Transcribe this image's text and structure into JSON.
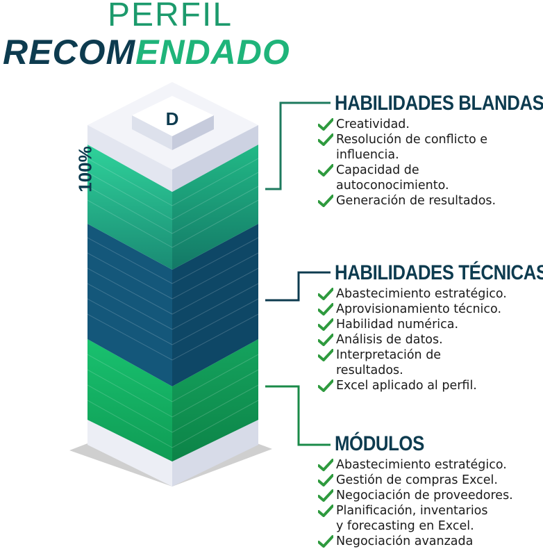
{
  "header": {
    "title_line1": "PERFIL",
    "title_line2_a": "RECOM",
    "title_line2_b": "ENDADO"
  },
  "tower": {
    "percent_label": "100%",
    "top_badge": "D"
  },
  "sections": [
    {
      "heading": "HABILIDADES BLANDAS",
      "items": [
        "Creatividad.",
        "Resolución de conflicto e\ninfluencia.",
        "Capacidad de\nautoconocimiento.",
        "Generación de resultados."
      ]
    },
    {
      "heading": "HABILIDADES TÉCNICAS",
      "items": [
        "Abastecimiento estratégico.",
        "Aprovisionamiento técnico.",
        "Habilidad numérica.",
        "Análisis de datos.",
        "Interpretación de\nresultados.",
        "Excel aplicado al perfil."
      ]
    },
    {
      "heading": "MÓDULOS",
      "items": [
        "Abastecimiento estratégico.",
        "Gestión de compras Excel.",
        "Negociación de proveedores.",
        "Planificación, inventarios\ny forecasting en Excel.",
        "Negociación avanzada"
      ]
    }
  ],
  "colors": {
    "dark_navy": "#0d3b4f",
    "green": "#1fb47a",
    "teal_light": "#3fc79a",
    "check_green": "#2e9a3e"
  }
}
